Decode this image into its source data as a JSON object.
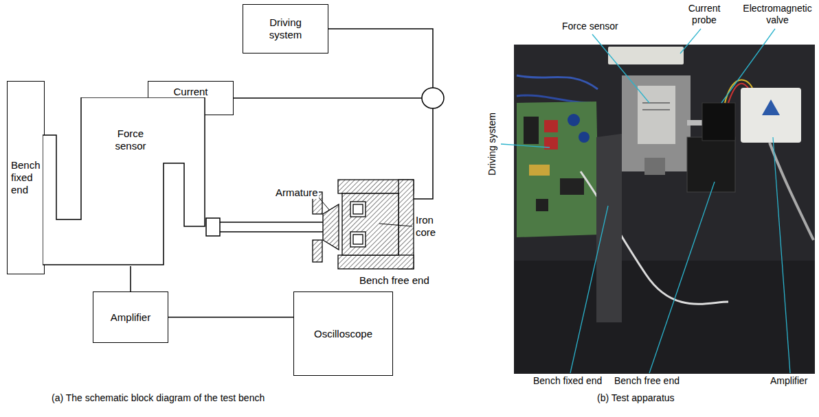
{
  "diagram": {
    "nodes": [
      {
        "text": [
          "Driving system"
        ]
      },
      {
        "text": [
          "Current probe"
        ]
      },
      {
        "text": [
          "Bench fixed end"
        ]
      },
      {
        "text": [
          "Force sensor"
        ]
      },
      {
        "text": [
          "Amplifier"
        ]
      },
      {
        "text": [
          "Oscilloscope"
        ]
      }
    ],
    "edges": [
      {
        "from": 3,
        "to": 4,
        "arrow": "none"
      },
      {
        "from": 4,
        "to": 5,
        "arrow": "none"
      }
    ],
    "labels": [
      "Armature",
      "Iron core",
      "Bench free end",
      "(a) The schematic block diagram of the test bench",
      "Force sensor",
      "Current probe",
      "Electromagnetic valve",
      "Driving system",
      "Bench fixed end",
      "Bench free end",
      "Amplifier",
      "(b) Test apparatus"
    ]
  }
}
